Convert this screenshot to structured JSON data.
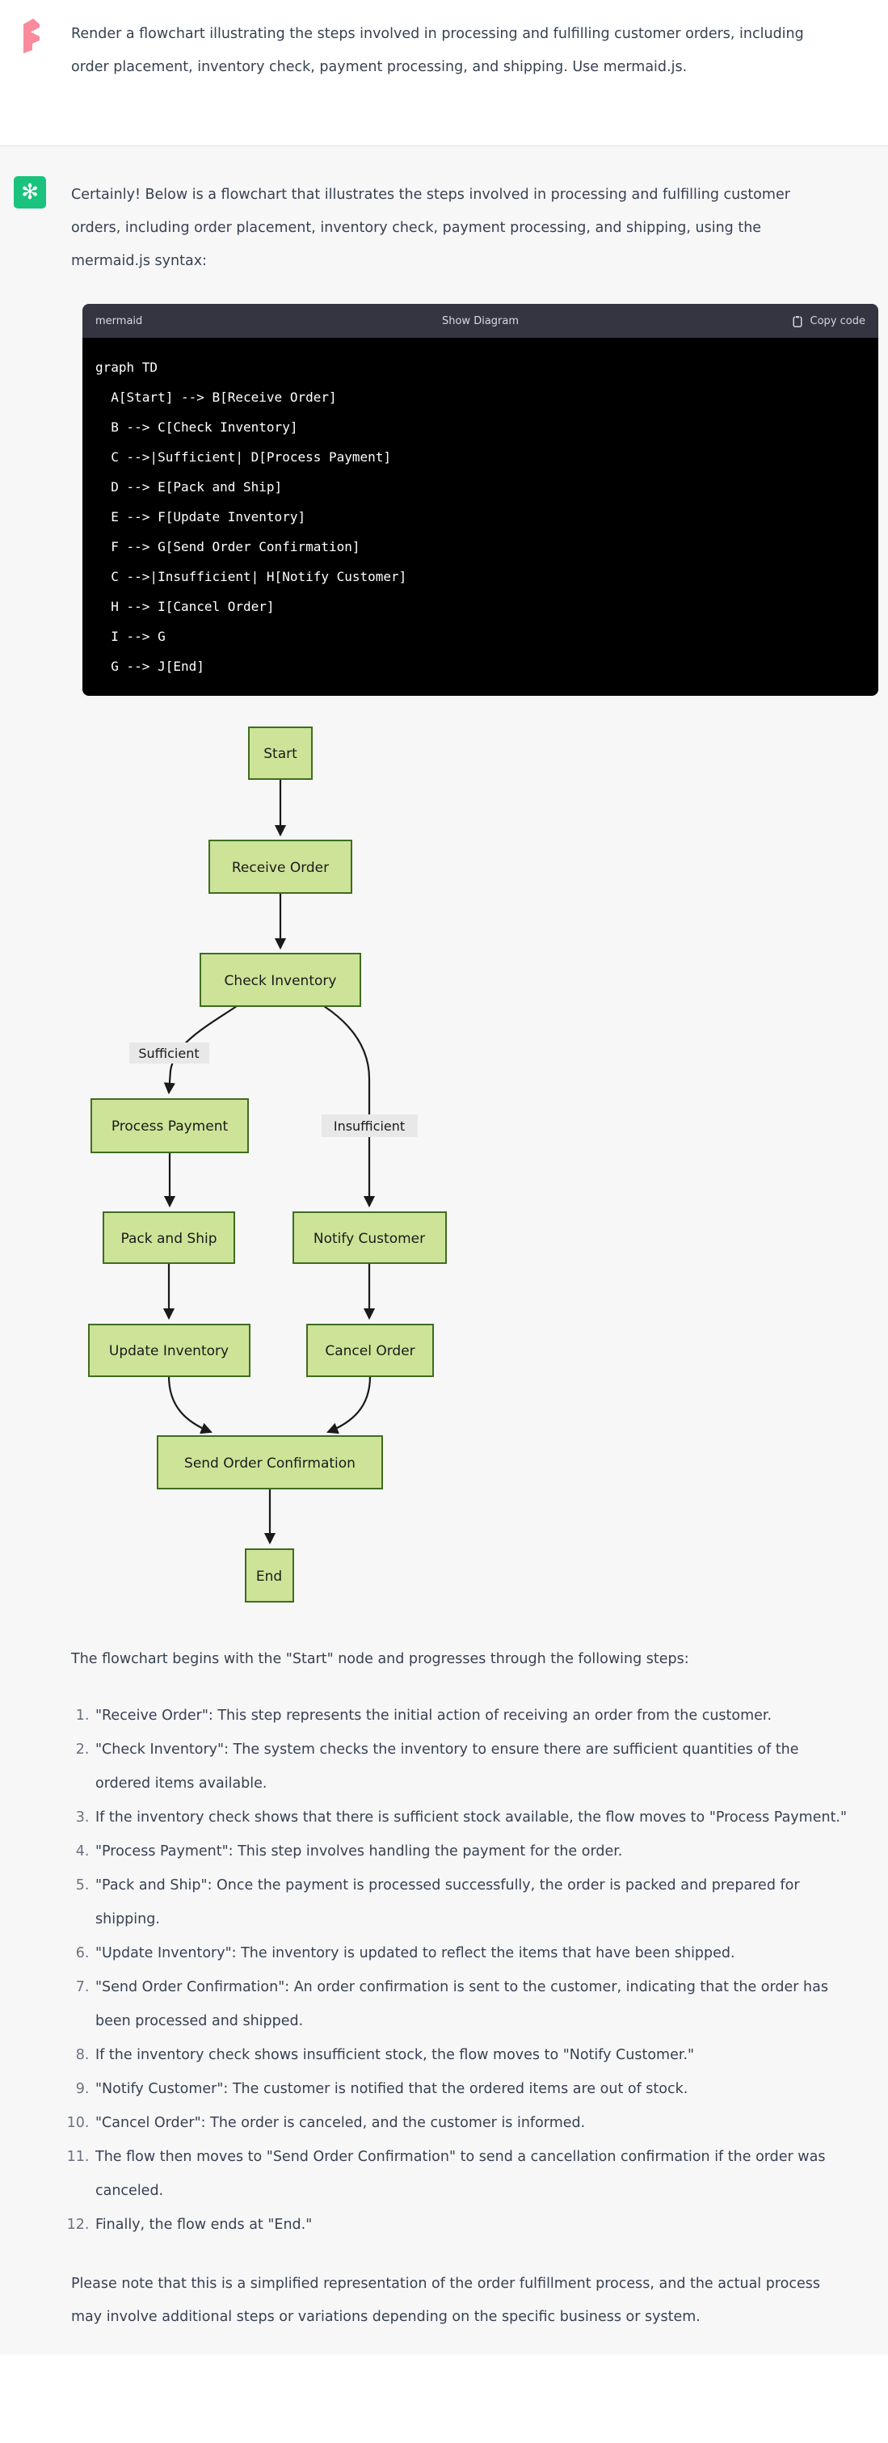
{
  "user": {
    "avatar_icon": "pink-f-logo-icon",
    "message": "Render a flowchart illustrating the steps involved in processing and fulfilling customer orders, including order placement, inventory check, payment processing, and shipping. Use mermaid.js."
  },
  "assistant": {
    "avatar_icon": "openai-logo-icon",
    "intro": "Certainly! Below is a flowchart that illustrates the steps involved in processing and fulfilling customer orders, including order placement, inventory check, payment processing, and shipping, using the mermaid.js syntax:",
    "code_block": {
      "language_label": "mermaid",
      "show_diagram_label": "Show Diagram",
      "copy_code_label": "Copy code",
      "copy_icon": "clipboard-icon",
      "lines": [
        "graph TD",
        "  A[Start] --> B[Receive Order]",
        "  B --> C[Check Inventory]",
        "  C -->|Sufficient| D[Process Payment]",
        "  D --> E[Pack and Ship]",
        "  E --> F[Update Inventory]",
        "  F --> G[Send Order Confirmation]",
        "  C -->|Insufficient| H[Notify Customer]",
        "  H --> I[Cancel Order]",
        "  I --> G",
        "  G --> J[End]"
      ]
    },
    "flowchart": {
      "type": "flowchart-top-down",
      "node_fill": "#cde498",
      "node_border": "#3f6c21",
      "edge_color": "#1a1a1a",
      "edge_label_bg": "#e8e8e8",
      "nodes": [
        {
          "id": "A",
          "label": "Start"
        },
        {
          "id": "B",
          "label": "Receive Order"
        },
        {
          "id": "C",
          "label": "Check Inventory"
        },
        {
          "id": "D",
          "label": "Process Payment"
        },
        {
          "id": "E",
          "label": "Pack and Ship"
        },
        {
          "id": "H",
          "label": "Notify Customer"
        },
        {
          "id": "F",
          "label": "Update Inventory"
        },
        {
          "id": "I",
          "label": "Cancel Order"
        },
        {
          "id": "G",
          "label": "Send Order Confirmation"
        },
        {
          "id": "J",
          "label": "End"
        }
      ],
      "edge_labels": [
        {
          "text": "Sufficient"
        },
        {
          "text": "Insufficient"
        }
      ],
      "edges": [
        "A->B",
        "B->C",
        "C->|Sufficient|D",
        "D->E",
        "E->F",
        "F->G",
        "C->|Insufficient|H",
        "H->I",
        "I->G",
        "G->J"
      ]
    },
    "steps_intro": "The flowchart begins with the \"Start\" node and progresses through the following steps:",
    "steps": [
      "\"Receive Order\": This step represents the initial action of receiving an order from the customer.",
      "\"Check Inventory\": The system checks the inventory to ensure there are sufficient quantities of the ordered items available.",
      "If the inventory check shows that there is sufficient stock available, the flow moves to \"Process Payment.\"",
      "\"Process Payment\": This step involves handling the payment for the order.",
      "\"Pack and Ship\": Once the payment is processed successfully, the order is packed and prepared for shipping.",
      "\"Update Inventory\": The inventory is updated to reflect the items that have been shipped.",
      "\"Send Order Confirmation\": An order confirmation is sent to the customer, indicating that the order has been processed and shipped.",
      "If the inventory check shows insufficient stock, the flow moves to \"Notify Customer.\"",
      "\"Notify Customer\": The customer is notified that the ordered items are out of stock.",
      "\"Cancel Order\": The order is canceled, and the customer is informed.",
      "The flow then moves to \"Send Order Confirmation\" to send a cancellation confirmation if the order was canceled.",
      "Finally, the flow ends at \"End.\""
    ],
    "note": "Please note that this is a simplified representation of the order fulfillment process, and the actual process may involve additional steps or variations depending on the specific business or system."
  },
  "colors": {
    "assistant_bg": "#f7f7f8",
    "code_header_bg": "#343541",
    "code_bg": "#000000",
    "assistant_avatar_green": "#19c37d",
    "user_logo_pink": "#f98c9c",
    "body_text": "#374151"
  }
}
